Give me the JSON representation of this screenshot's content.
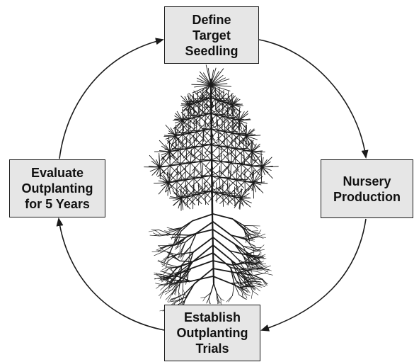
{
  "steps": {
    "define": {
      "lines": [
        "Define",
        "Target",
        "Seedling"
      ]
    },
    "nursery": {
      "lines": [
        "Nursery",
        "Production"
      ]
    },
    "establish": {
      "lines": [
        "Establish",
        "Outplanting",
        "Trials"
      ]
    },
    "evaluate": {
      "lines": [
        "Evaluate",
        "Outplanting",
        "for 5 Years"
      ]
    }
  },
  "colors": {
    "box_fill": "#e6e6e6",
    "box_border": "#1a1a1a",
    "arrow": "#1a1a1a",
    "seedling": "#1a1a1a"
  },
  "illustration": "pine-seedling-with-roots"
}
